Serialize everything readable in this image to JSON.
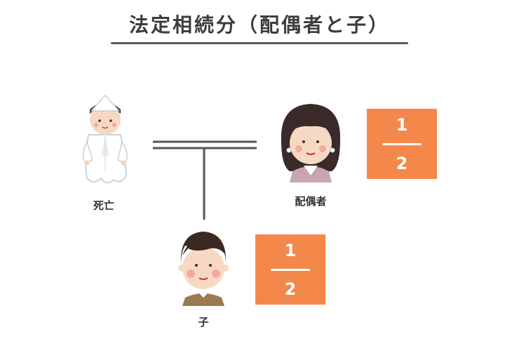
{
  "title": "法定相続分（配偶者と子）",
  "people": {
    "deceased": {
      "label": "死亡",
      "icon": "deceased-ghost-icon"
    },
    "spouse": {
      "label": "配偶者",
      "icon": "woman-icon",
      "share_numerator": "1",
      "share_denominator": "2"
    },
    "child": {
      "label": "子",
      "icon": "man-icon",
      "share_numerator": "1",
      "share_denominator": "2"
    }
  },
  "colors": {
    "fraction_box": "#f4884a",
    "connector": "#555555"
  }
}
